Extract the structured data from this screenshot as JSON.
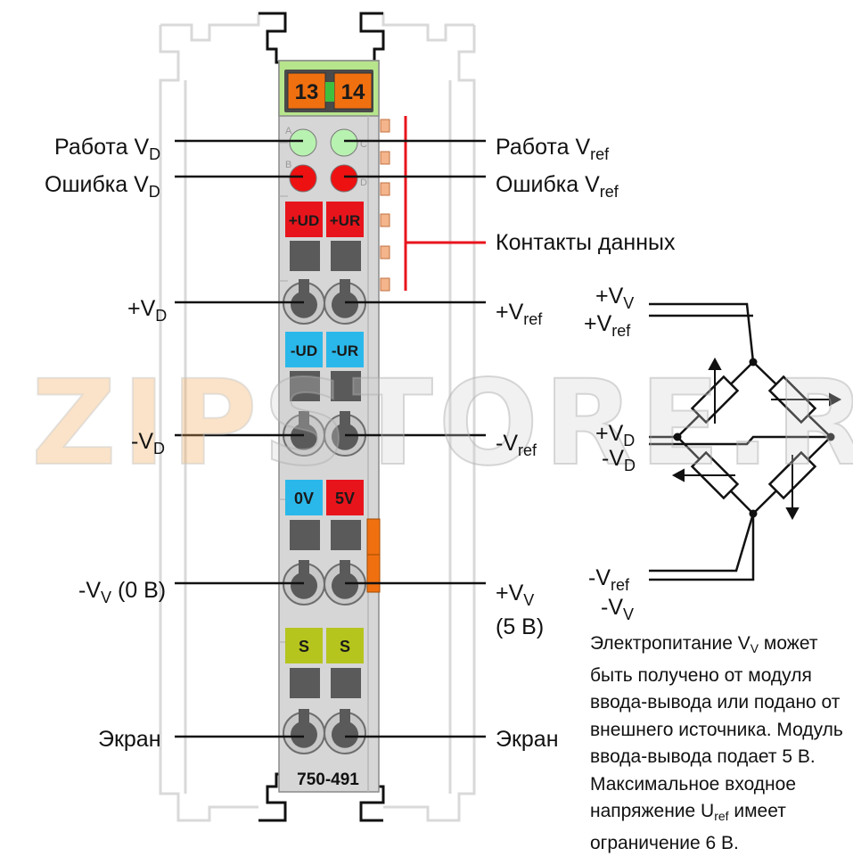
{
  "module": {
    "model": "750-491",
    "terminals": [
      "13",
      "14"
    ],
    "led_letters": [
      "A",
      "B",
      "C",
      "D"
    ],
    "pin_labels": [
      [
        "+UD",
        "+UR"
      ],
      [
        "-UD",
        "-UR"
      ],
      [
        "0V",
        "5V"
      ],
      [
        "S",
        "S"
      ]
    ],
    "colors": {
      "green_led": "#b8f2b0",
      "red_led": "#ee1111",
      "red_tag": "#e8141c",
      "blue_tag": "#2ab8ea",
      "olive_tag": "#b6c41e",
      "orange_terminal": "#f07010",
      "body": "#d6d6d6"
    }
  },
  "labels": {
    "left": [
      {
        "main": "Работа V",
        "sub": "D"
      },
      {
        "main": "Ошибка V",
        "sub": "D"
      },
      {
        "main": "+V",
        "sub": "D"
      },
      {
        "main": "-V",
        "sub": "D"
      },
      {
        "main": "-V",
        "sub": "V",
        "suffix": " (0 В)"
      },
      {
        "main": "Экран",
        "sub": ""
      }
    ],
    "right": [
      {
        "main": "Работа V",
        "sub": "ref"
      },
      {
        "main": "Ошибка V",
        "sub": "ref"
      },
      {
        "main": "Контакты данных",
        "sub": ""
      },
      {
        "main": "+V",
        "sub": "ref"
      },
      {
        "main": "-V",
        "sub": "ref"
      },
      {
        "main": "+V",
        "sub": "V",
        "line2": "(5 В)"
      },
      {
        "main": "Экран",
        "sub": ""
      }
    ],
    "bridge": [
      {
        "main": "+V",
        "sub": "V"
      },
      {
        "main": "+V",
        "sub": "ref"
      },
      {
        "main": "+V",
        "sub": "D"
      },
      {
        "main": "-V",
        "sub": "D"
      },
      {
        "main": "-V",
        "sub": "ref"
      },
      {
        "main": "-V",
        "sub": "V"
      }
    ]
  },
  "note": {
    "lines": [
      "Электропитание V",
      "быть получено от модуля",
      "ввода-вывода или подано от",
      "внешнего источника. Модуль",
      "ввода-вывода подает 5 В.",
      "Максимальное входное",
      "напряжение U",
      "ограничение 6 В."
    ],
    "line1_sub": "V",
    "line1_rest": " может",
    "line7_sub": "ref",
    "line7_rest": " имеет"
  },
  "watermark": {
    "part1": "ZIP",
    "part2": "STORE.RU"
  }
}
